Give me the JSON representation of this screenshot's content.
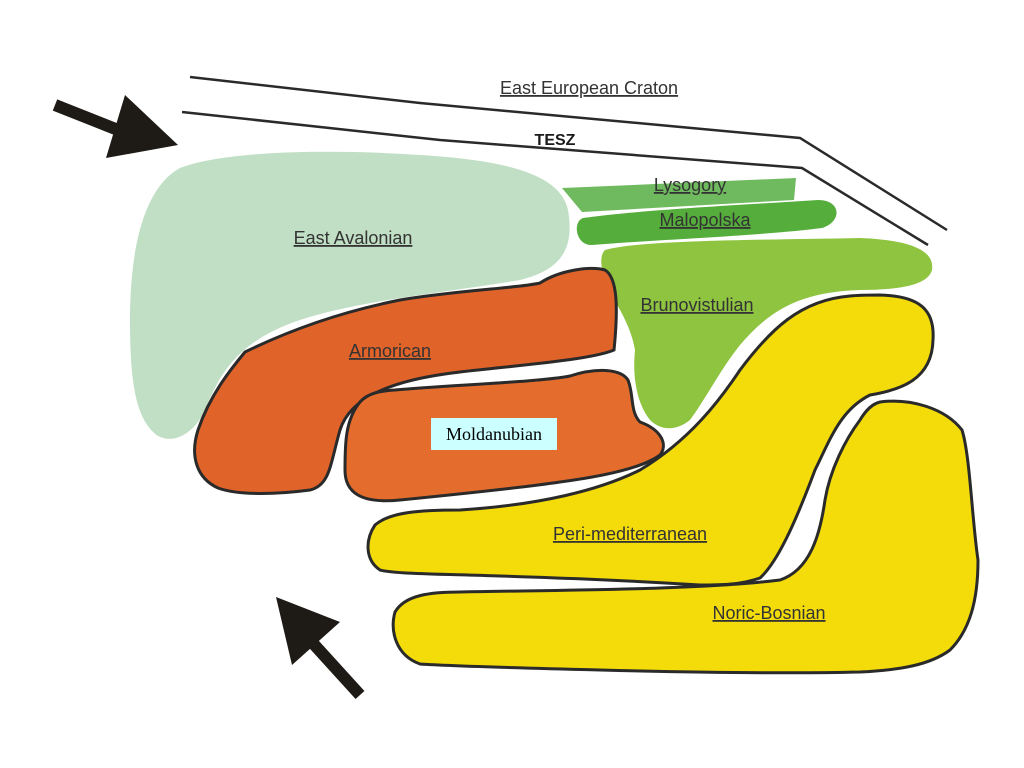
{
  "colors": {
    "east_avalonian": "#c1dfc4",
    "lysogory": "#6fba5e",
    "malopolska": "#55ad3b",
    "brunovistulian": "#8fc441",
    "armorican": "#e0632a",
    "moldanubian": "#e46d2e",
    "peri_mediterranean": "#f3dc0a",
    "noric_bosnian": "#f3dc0a",
    "outline": "#2a2a2a",
    "arrow": "#1e1a16",
    "moldanubian_label_bg": "#ccffff"
  },
  "labels": {
    "east_european_craton": "East European Craton",
    "tesz": "TESZ",
    "lysogory": "Lysogory",
    "malopolska": "Malopolska",
    "east_avalonian": "East Avalonian",
    "brunovistulian": "Brunovistulian",
    "armorican": "Armorican",
    "moldanubian": "Moldanubian",
    "peri_mediterranean": "Peri-mediterranean",
    "noric_bosnian": "Noric-Bosnian"
  }
}
